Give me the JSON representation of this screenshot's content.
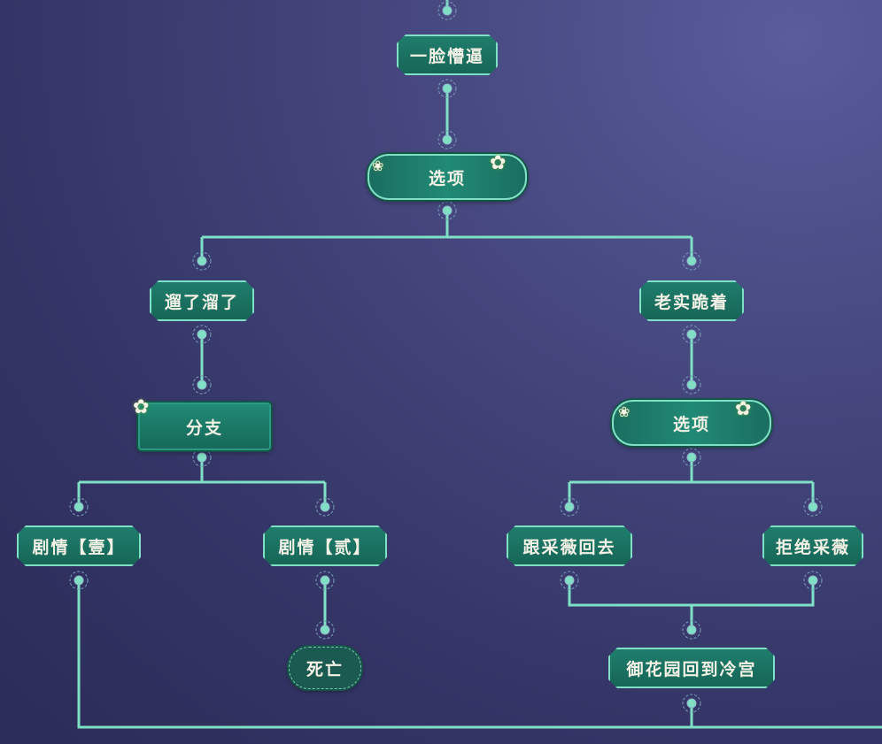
{
  "nodes": {
    "start": "一脸懵逼",
    "option_top": "选项",
    "slip_away": "遛了溜了",
    "kneel": "老实跪着",
    "branch": "分支",
    "option_right": "选项",
    "story_1": "剧情【壹】",
    "story_2": "剧情【贰】",
    "follow_caiwei": "跟采薇回去",
    "refuse_caiwei": "拒绝采薇",
    "death": "死亡",
    "garden_return": "御花园回到冷宫"
  },
  "colors": {
    "line": "#7fe0c6",
    "node": "#1f7d6c",
    "background": "#3a3b70"
  }
}
